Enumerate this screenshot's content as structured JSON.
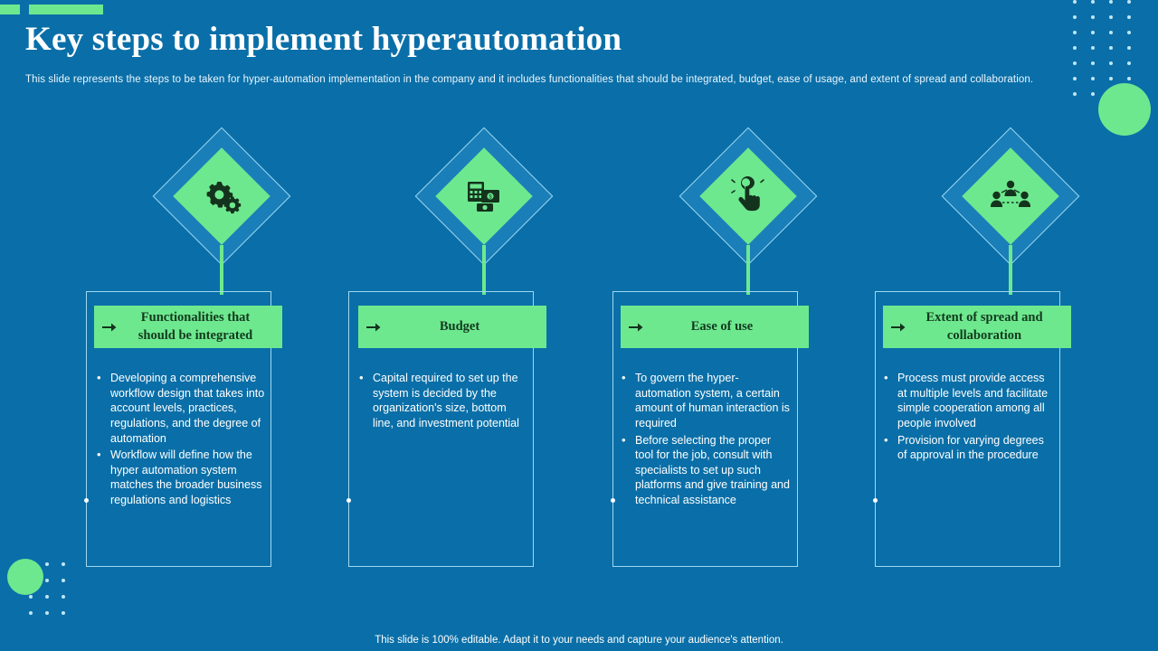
{
  "header": {
    "title": "Key steps to implement hyperautomation",
    "subtitle": "This slide represents the steps to be taken for hyper-automation implementation in the company and it includes functionalities that should be integrated, budget, ease of usage, and extent of spread and collaboration."
  },
  "footer": {
    "note": "This slide is 100% editable. Adapt it to your needs and capture your audience's attention."
  },
  "colors": {
    "background": "#0a6fa8",
    "accent_green": "#6ee88f",
    "outline": "#9fd8f2",
    "diamond_fill": "#1a7fb8",
    "band_text": "#123a1e"
  },
  "steps": [
    {
      "icon": "gears-icon",
      "title": "Functionalities that should be integrated",
      "bullets": [
        "Developing a comprehensive workflow design that takes into account levels, practices, regulations, and the degree of automation",
        "Workflow will define how the hyper automation system matches the broader business regulations and logistics"
      ]
    },
    {
      "icon": "calculator-money-icon",
      "title": "Budget",
      "bullets": [
        "Capital required to set up the system is decided by the organization's size, bottom line, and investment potential"
      ]
    },
    {
      "icon": "hand-tap-icon",
      "title": "Ease of use",
      "bullets": [
        "To govern the hyper-automation system, a certain amount of human interaction is required",
        "Before selecting the proper tool for the job, consult with specialists to set up such platforms and give training and technical assistance"
      ]
    },
    {
      "icon": "team-collaboration-icon",
      "title": "Extent of spread and collaboration",
      "bullets": [
        "Process must provide access at multiple levels and facilitate simple cooperation among all people involved",
        "Provision for varying degrees of approval in the procedure"
      ]
    }
  ]
}
